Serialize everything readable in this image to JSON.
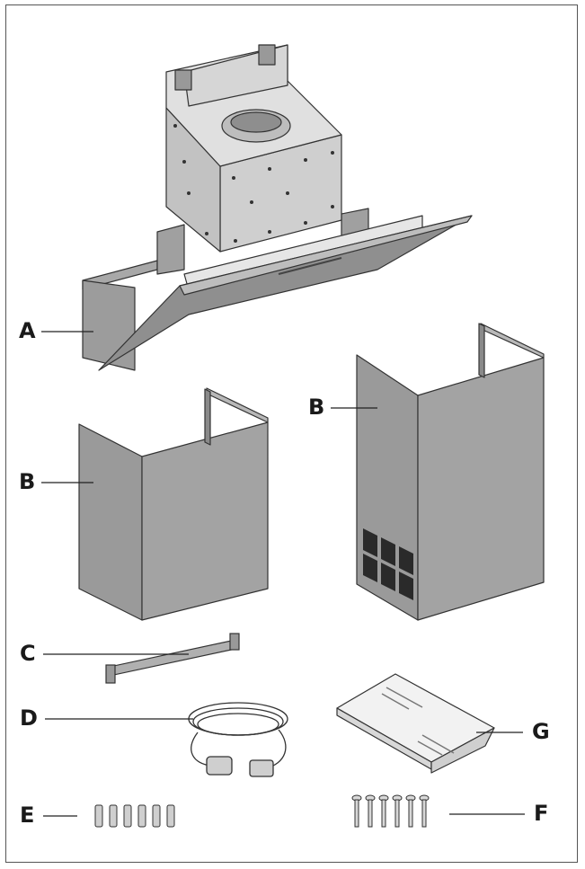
{
  "labels": {
    "A": "A",
    "B_left": "B",
    "B_right": "B",
    "C": "C",
    "D": "D",
    "E": "E",
    "F": "F",
    "G": "G"
  },
  "colors": {
    "panel": "#9a9a9a",
    "panel_dark": "#858585",
    "panel_light": "#b4b4b4",
    "metal": "#d2d2d2",
    "outline": "#333333"
  }
}
